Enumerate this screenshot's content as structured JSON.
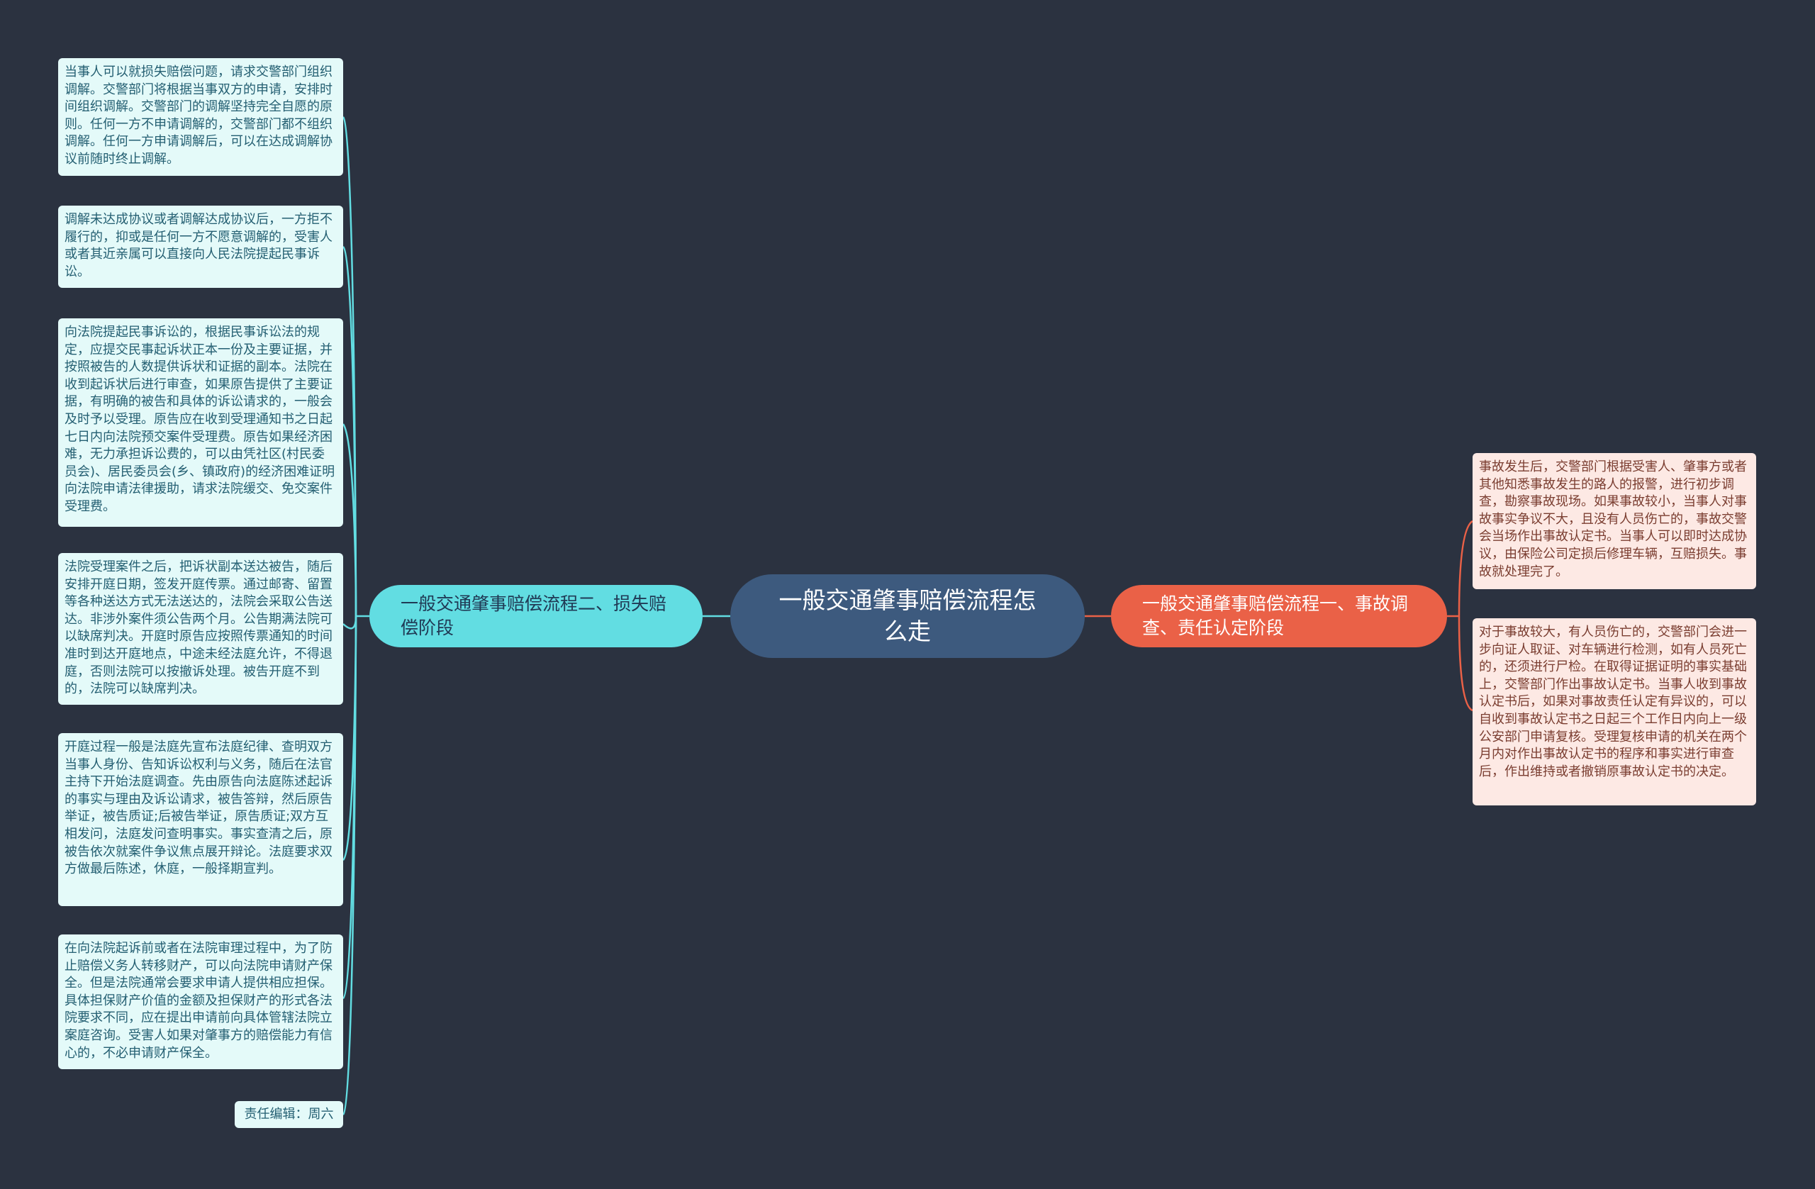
{
  "center": {
    "title": "一般交通肇事赔偿流程怎么走"
  },
  "left_branch": {
    "label": "一般交通肇事赔偿流程二、损失赔偿阶段",
    "color": "#62dde2",
    "items": [
      "当事人可以就损失赔偿问题，请求交警部门组织调解。交警部门将根据当事双方的申请，安排时间组织调解。交警部门的调解坚持完全自愿的原则。任何一方不申请调解的，交警部门都不组织调解。任何一方申请调解后，可以在达成调解协议前随时终止调解。",
      "调解未达成协议或者调解达成协议后，一方拒不履行的，抑或是任何一方不愿意调解的，受害人或者其近亲属可以直接向人民法院提起民事诉讼。",
      "向法院提起民事诉讼的，根据民事诉讼法的规定，应提交民事起诉状正本一份及主要证据，并按照被告的人数提供诉状和证据的副本。法院在收到起诉状后进行审查，如果原告提供了主要证据，有明确的被告和具体的诉讼请求的，一般会及时予以受理。原告应在收到受理通知书之日起七日内向法院预交案件受理费。原告如果经济困难，无力承担诉讼费的，可以由凭社区(村民委员会)、居民委员会(乡、镇政府)的经济困难证明向法院申请法律援助，请求法院缓交、免交案件受理费。",
      "法院受理案件之后，把诉状副本送达被告，随后安排开庭日期，签发开庭传票。通过邮寄、留置等各种送达方式无法送达的，法院会采取公告送达。非涉外案件须公告两个月。公告期满法院可以缺席判决。开庭时原告应按照传票通知的时间准时到达开庭地点，中途未经法庭允许，不得退庭，否则法院可以按撤诉处理。被告开庭不到的，法院可以缺席判决。",
      "开庭过程一般是法庭先宣布法庭纪律、查明双方当事人身份、告知诉讼权利与义务，随后在法官主持下开始法庭调查。先由原告向法庭陈述起诉的事实与理由及诉讼请求，被告答辩，然后原告举证，被告质证;后被告举证，原告质证;双方互相发问，法庭发问查明事实。事实查清之后，原被告依次就案件争议焦点展开辩论。法庭要求双方做最后陈述，休庭，一般择期宣判。",
      "在向法院起诉前或者在法院审理过程中，为了防止赔偿义务人转移财产，可以向法院申请财产保全。但是法院通常会要求申请人提供相应担保。具体担保财产价值的金额及担保财产的形式各法院要求不同，应在提出申请前向具体管辖法院立案庭咨询。受害人如果对肇事方的赔偿能力有信心的，不必申请财产保全。"
    ],
    "editor": "责任编辑：周六"
  },
  "right_branch": {
    "label": "一般交通肇事赔偿流程一、事故调查、责任认定阶段",
    "color": "#ea6147",
    "items": [
      "事故发生后，交警部门根据受害人、肇事方或者其他知悉事故发生的路人的报警，进行初步调查，勘察事故现场。如果事故较小，当事人对事故事实争议不大，且没有人员伤亡的，事故交警会当场作出事故认定书。当事人可以即时达成协议，由保险公司定损后修理车辆，互赔损失。事故就处理完了。",
      "对于事故较大，有人员伤亡的，交警部门会进一步向证人取证、对车辆进行检测，如有人员死亡的，还须进行尸检。在取得证据证明的事实基础上，交警部门作出事故认定书。当事人收到事故认定书后，如果对事故责任认定有异议的，可以自收到事故认定书之日起三个工作日内向上一级公安部门申请复核。受理复核申请的机关在两个月内对作出事故认定书的程序和事实进行审查后，作出维持或者撤销原事故认定书的决定。"
    ]
  }
}
